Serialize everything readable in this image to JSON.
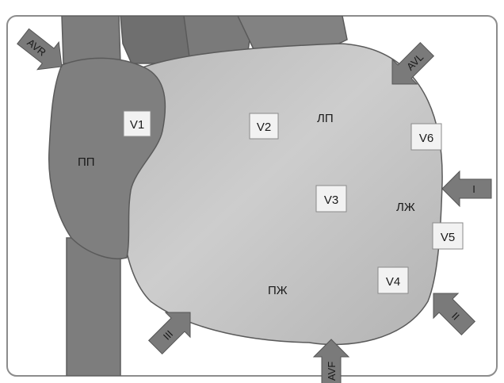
{
  "diagram": {
    "chambers": {
      "right_atrium": "ПП",
      "left_atrium": "ЛП",
      "left_ventricle": "ЛЖ",
      "right_ventricle": "ПЖ"
    },
    "precordial_leads": [
      "V1",
      "V2",
      "V3",
      "V4",
      "V5",
      "V6"
    ],
    "limb_leads": [
      "AVR",
      "AVL",
      "I",
      "II",
      "III",
      "AVF"
    ],
    "colors": {
      "frame": "#8c8c8c",
      "vessels": "#7d7d7d",
      "right_atrium": "#7f7f7f",
      "ventricle_light": "#c6c6c6",
      "ventricle_mid": "#b6b6b6",
      "arrow_fill": "#7a7a7a",
      "label_box": "#f2f2f2"
    }
  }
}
